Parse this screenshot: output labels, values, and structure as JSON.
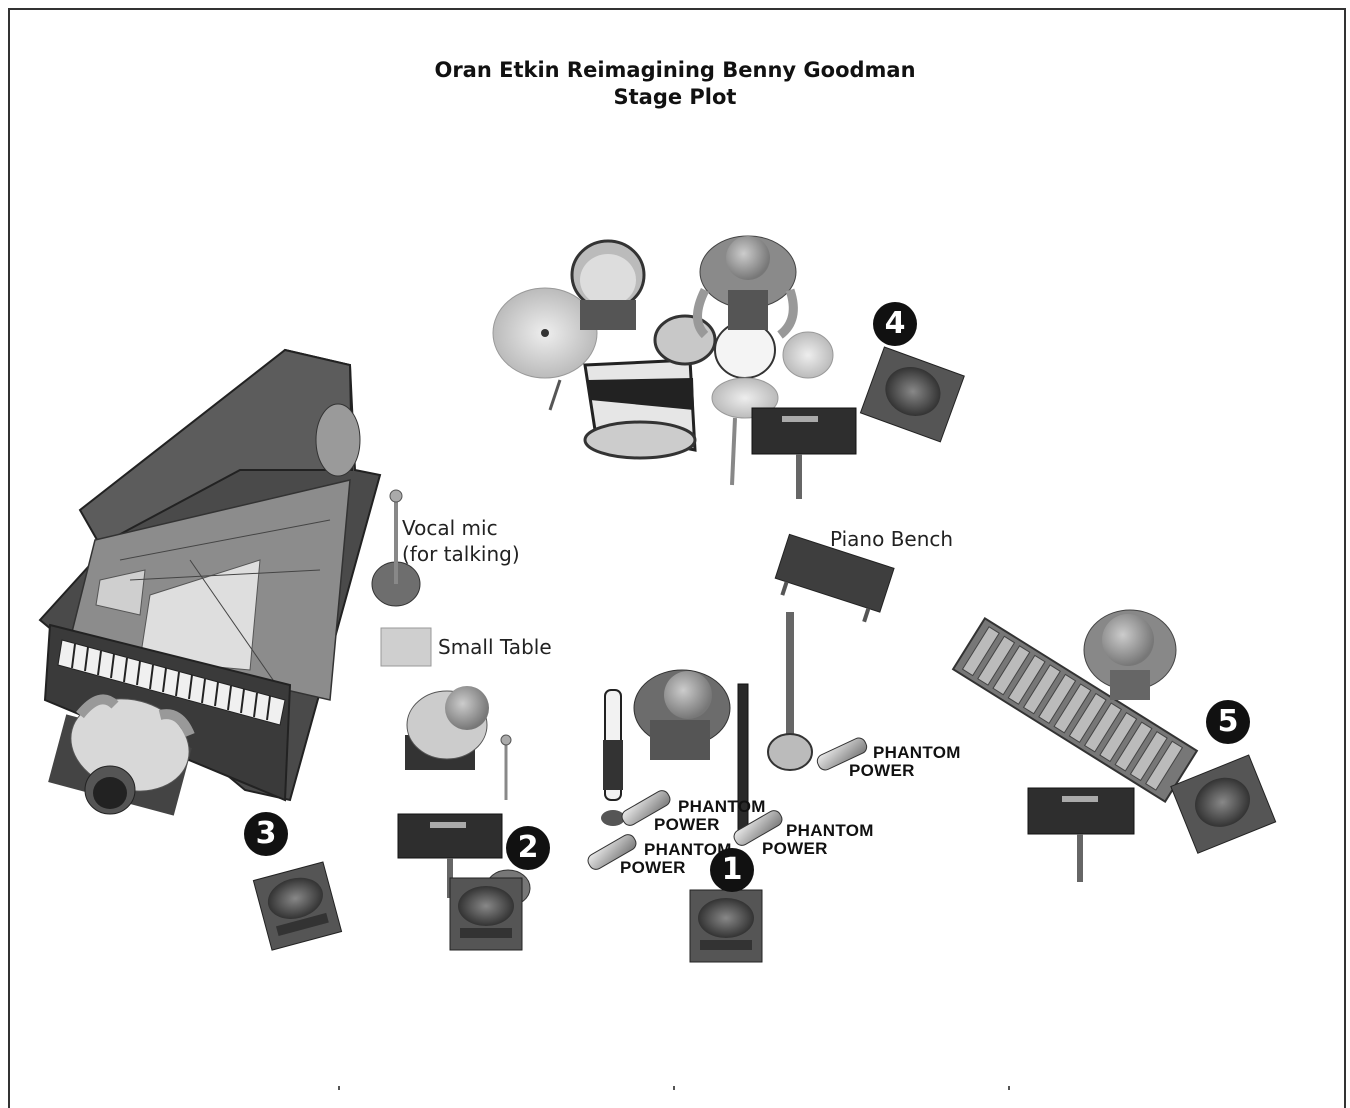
{
  "title": "Oran Etkin Reimagining Benny Goodman",
  "subtitle": "Stage Plot",
  "labels": {
    "vocal_mic_line1": "Vocal mic",
    "vocal_mic_line2": "(for talking)",
    "small_table": "Small Table",
    "piano_bench": "Piano Bench"
  },
  "phantom": {
    "line1": "PHANTOM",
    "line2": "POWER"
  },
  "monitors": [
    "1",
    "2",
    "3",
    "4",
    "5"
  ]
}
